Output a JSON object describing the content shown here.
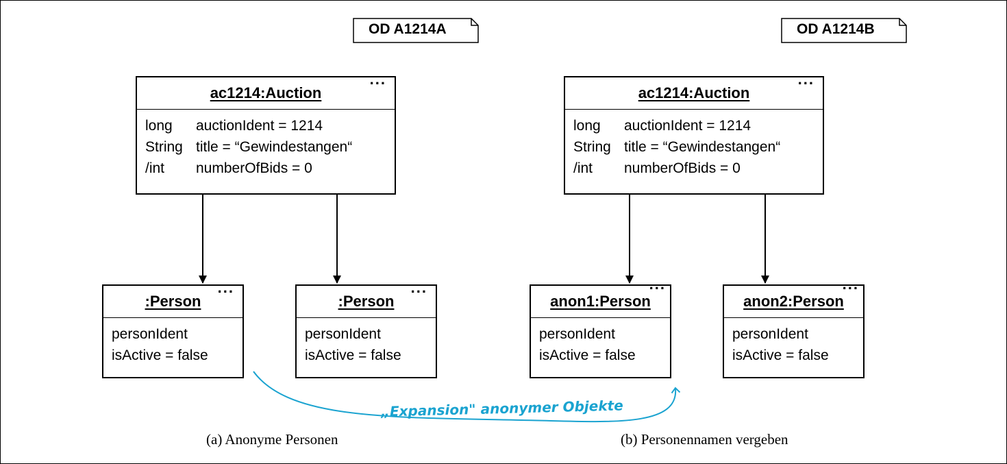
{
  "diagrams": [
    {
      "tag": "OD A1214A",
      "caption": "(a) Anonyme Personen",
      "auction": {
        "name": "ac1214:Auction",
        "dots": "...",
        "attributes": [
          {
            "type": "long",
            "text": "auctionIdent = 1214"
          },
          {
            "type": "String",
            "text": "title = “Gewindestangen“"
          },
          {
            "type": "/int",
            "text": "numberOfBids = 0"
          }
        ]
      },
      "persons": [
        {
          "name": ":Person",
          "dots": "...",
          "attributes": [
            "personIdent",
            "isActive = false"
          ]
        },
        {
          "name": ":Person",
          "dots": "...",
          "attributes": [
            "personIdent",
            "isActive = false"
          ]
        }
      ]
    },
    {
      "tag": "OD A1214B",
      "caption": "(b) Personennamen vergeben",
      "auction": {
        "name": "ac1214:Auction",
        "dots": "...",
        "attributes": [
          {
            "type": "long",
            "text": "auctionIdent = 1214"
          },
          {
            "type": "String",
            "text": "title = “Gewindestangen“"
          },
          {
            "type": "/int",
            "text": "numberOfBids = 0"
          }
        ]
      },
      "persons": [
        {
          "name": "anon1:Person",
          "dots": "...",
          "attributes": [
            "personIdent",
            "isActive = false"
          ]
        },
        {
          "name": "anon2:Person",
          "dots": "...",
          "attributes": [
            "personIdent",
            "isActive = false"
          ]
        }
      ]
    }
  ],
  "annotation": {
    "text": "„Expansion\" anonymer Objekte",
    "color": "#1aa3d0"
  }
}
